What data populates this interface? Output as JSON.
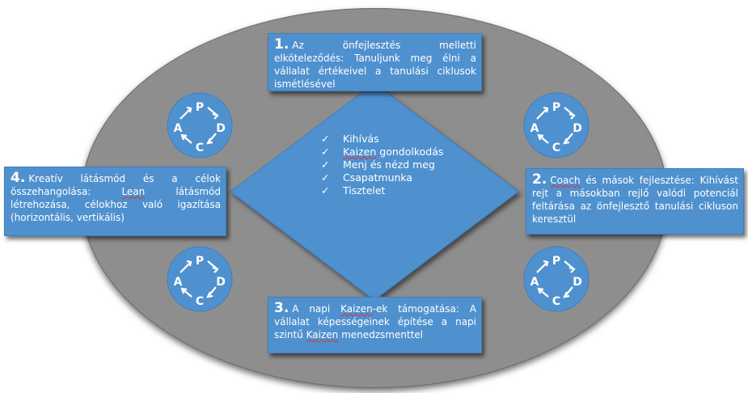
{
  "diagram": {
    "center_items": [
      {
        "text": "Kihívás"
      },
      {
        "underlined": "Kaizen",
        "rest": " gondolkodás"
      },
      {
        "text": "Menj és nézd meg"
      },
      {
        "text": "Csapatmunka"
      },
      {
        "text": "Tisztelet"
      }
    ],
    "boxes": {
      "top": {
        "number": "1.",
        "text": "Az önfejlesztés melletti elköteleződés: Tanuljunk meg élni a vállalat értékeivel a tanulási ciklusok ismétlésével"
      },
      "right": {
        "number": "2.",
        "underlined": "Coach",
        "text": " és mások fejlesztése: Kihívást rejt a másokban rejlő valódi potenciál feltárása az önfejlesztő tanulási cikluson keresztül"
      },
      "bottom": {
        "number": "3.",
        "text_a": "A napi ",
        "underlined_a": "Kaizen",
        "text_b": "-ek támogatása: A vállalat képességeinek építése a napi szintű ",
        "underlined_b": "Kaizen",
        "text_c": " menedzsmenttel"
      },
      "left": {
        "number": "4.",
        "text_a": "Kreatív látásmód és a célok összehangolása: ",
        "underlined": "Lean",
        "text_b": " látásmód létrehozása, célokhoz való igazítása (horizontális, vertikális)"
      }
    },
    "pdca_letters": {
      "p": "P",
      "d": "D",
      "c": "C",
      "a": "A"
    },
    "colors": {
      "ellipse": "#8f8e8e",
      "box_fill": "#4f91cf",
      "text": "#ffffff"
    }
  }
}
